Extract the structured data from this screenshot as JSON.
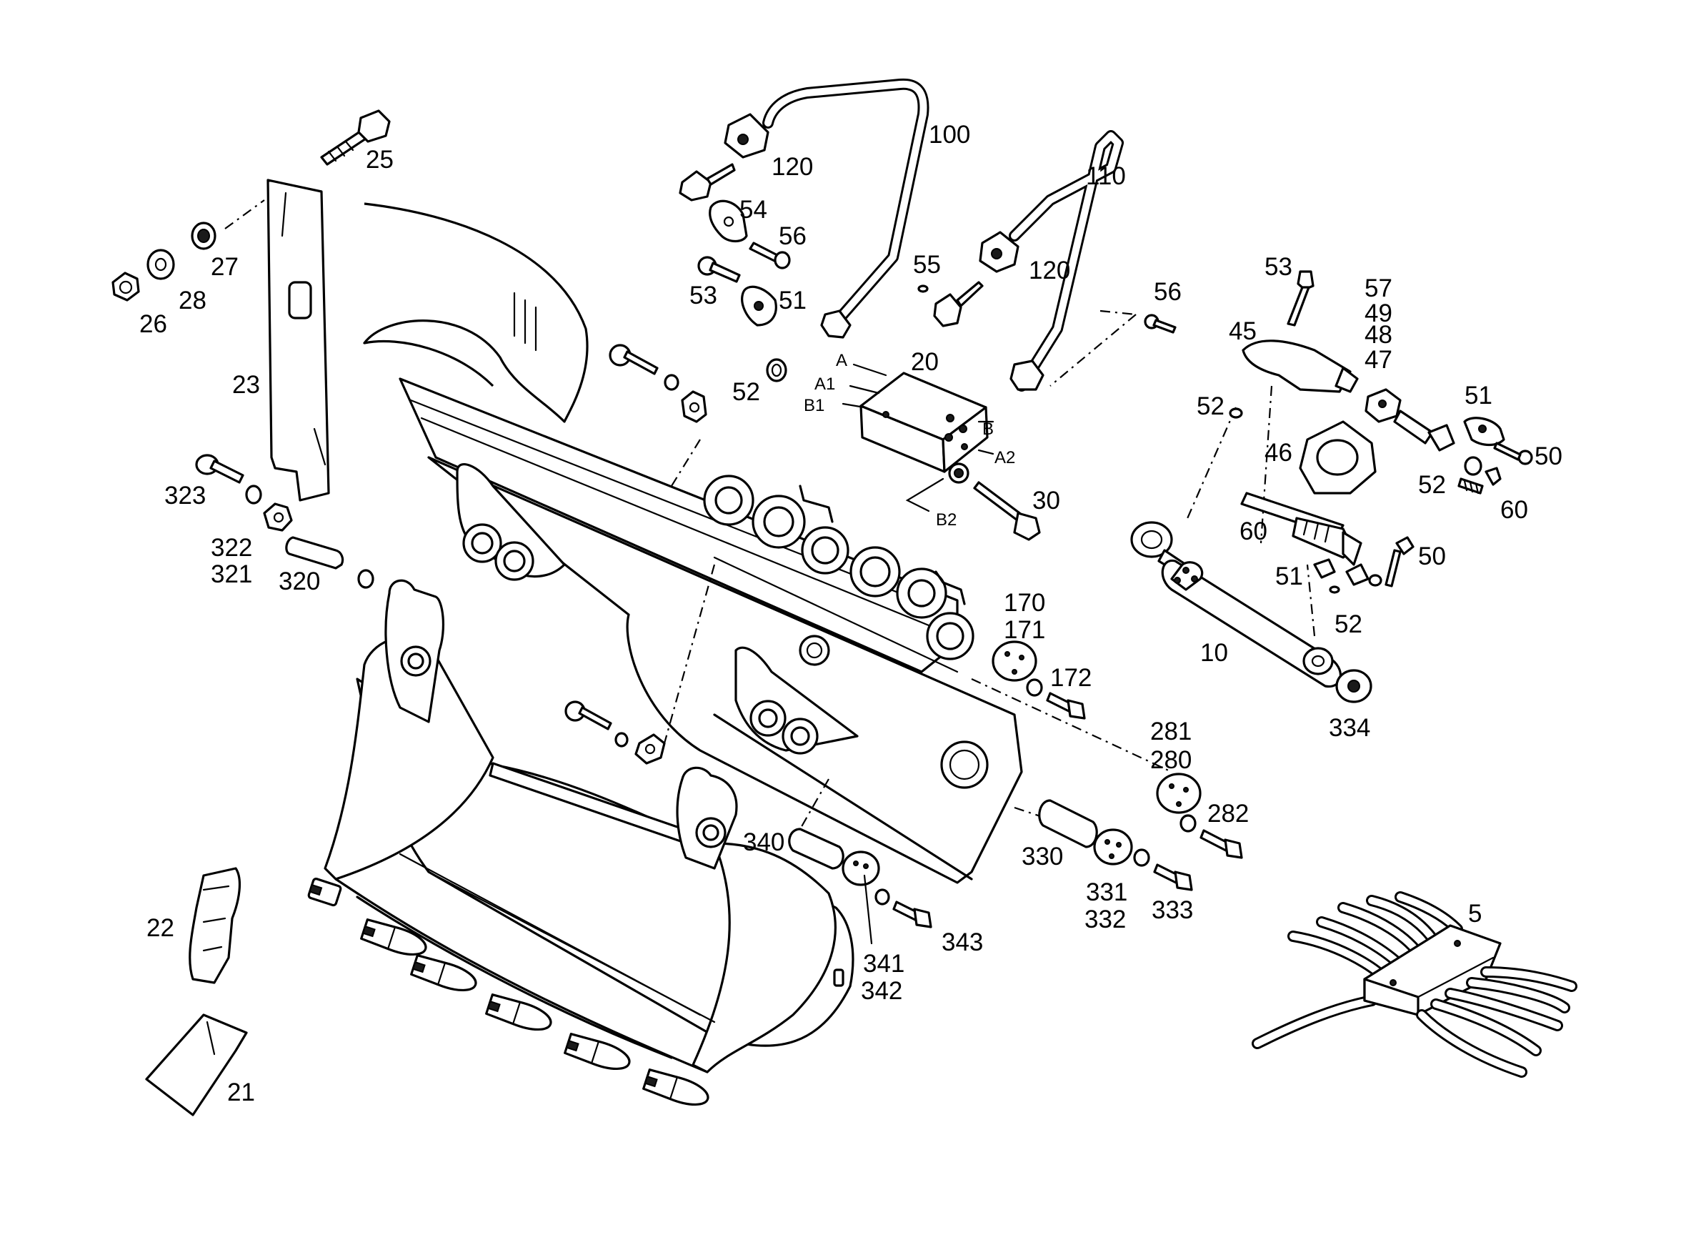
{
  "labels": {
    "p5": "5",
    "p10": "10",
    "p20": "20",
    "p21": "21",
    "p22": "22",
    "p23": "23",
    "p25": "25",
    "p26": "26",
    "p27": "27",
    "p28": "28",
    "p30": "30",
    "p45": "45",
    "p46": "46",
    "p47": "47",
    "p48": "48",
    "p49": "49",
    "p50a": "50",
    "p50b": "50",
    "p51a": "51",
    "p51b": "51",
    "p51c": "51",
    "p52a": "52",
    "p52b": "52",
    "p52c": "52",
    "p52d": "52",
    "p53a": "53",
    "p53b": "53",
    "p54": "54",
    "p55": "55",
    "p56a": "56",
    "p56b": "56",
    "p57": "57",
    "p60a": "60",
    "p60b": "60",
    "p100": "100",
    "p110": "110",
    "p120a": "120",
    "p120b": "120",
    "p170": "170",
    "p171": "171",
    "p172": "172",
    "p280": "280",
    "p281": "281",
    "p282": "282",
    "p320": "320",
    "p321": "321",
    "p322": "322",
    "p323": "323",
    "p330": "330",
    "p331": "331",
    "p332": "332",
    "p333": "333",
    "p334": "334",
    "p340": "340",
    "p341": "341",
    "p342": "342",
    "p343": "343"
  },
  "ports": {
    "A": "A",
    "A1": "A1",
    "B1": "B1",
    "B": "B",
    "A2": "A2",
    "B2": "B2"
  }
}
